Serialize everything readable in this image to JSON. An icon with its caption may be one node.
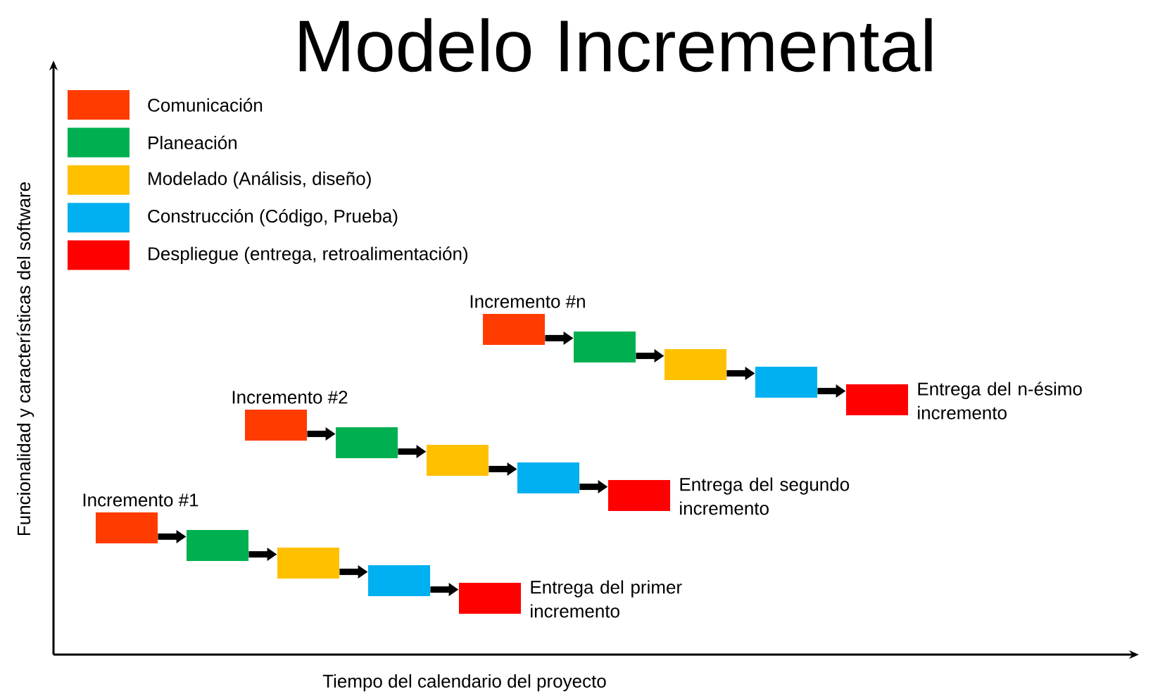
{
  "diagram": {
    "title": "Modelo Incremental",
    "nodes": [
      {
        "text": [],
        "shape": "box",
        "beside": [
          "Incremento #n"
        ]
      },
      {
        "text": [],
        "shape": "box"
      },
      {
        "text": [],
        "shape": "box"
      },
      {
        "text": [],
        "shape": "box"
      },
      {
        "text": [],
        "shape": "box",
        "beside": [
          "Entrega del n-ésimo incremento"
        ]
      },
      {
        "text": [],
        "shape": "box",
        "beside": [
          "Incremento #2"
        ]
      },
      {
        "text": [],
        "shape": "box"
      },
      {
        "text": [],
        "shape": "box"
      },
      {
        "text": [],
        "shape": "box"
      },
      {
        "text": [],
        "shape": "box",
        "beside": [
          "Entrega del segundo incremento"
        ]
      },
      {
        "text": [],
        "shape": "box",
        "beside": [
          "Incremento #1"
        ]
      },
      {
        "text": [],
        "shape": "box"
      },
      {
        "text": [],
        "shape": "box"
      },
      {
        "text": [],
        "shape": "box"
      },
      {
        "text": [],
        "shape": "box",
        "beside": [
          "Entrega del primer incremento"
        ]
      }
    ],
    "edges": [
      {
        "from": 0,
        "to": 1,
        "arrow": "to"
      },
      {
        "from": 1,
        "to": 2,
        "arrow": "to"
      },
      {
        "from": 2,
        "to": 3,
        "arrow": "to"
      },
      {
        "from": 3,
        "to": 4,
        "arrow": "to"
      },
      {
        "from": 5,
        "to": 6,
        "arrow": "to"
      },
      {
        "from": 6,
        "to": 7,
        "arrow": "to"
      },
      {
        "from": 7,
        "to": 8,
        "arrow": "to"
      },
      {
        "from": 8,
        "to": 9,
        "arrow": "to"
      },
      {
        "from": 10,
        "to": 11,
        "arrow": "to"
      },
      {
        "from": 11,
        "to": 12,
        "arrow": "to"
      },
      {
        "from": 12,
        "to": 13,
        "arrow": "to"
      },
      {
        "from": 13,
        "to": 14,
        "arrow": "to"
      }
    ],
    "labels": [
      "Funcionalidad y características del software",
      "Tiempo del calendario del proyecto"
    ],
    "legend": [
      {
        "text": "Comunicación",
        "color": "#ff3b00"
      },
      {
        "text": "Planeación",
        "color": "#00b050"
      },
      {
        "text": "Modelado (Análisis, diseño)",
        "color": "#ffc000"
      },
      {
        "text": "Construcción (Código, Prueba)",
        "color": "#00b0f0"
      },
      {
        "text": "Despliegue (entrega, retroalimentación)",
        "color": "#ff0000"
      }
    ]
  }
}
